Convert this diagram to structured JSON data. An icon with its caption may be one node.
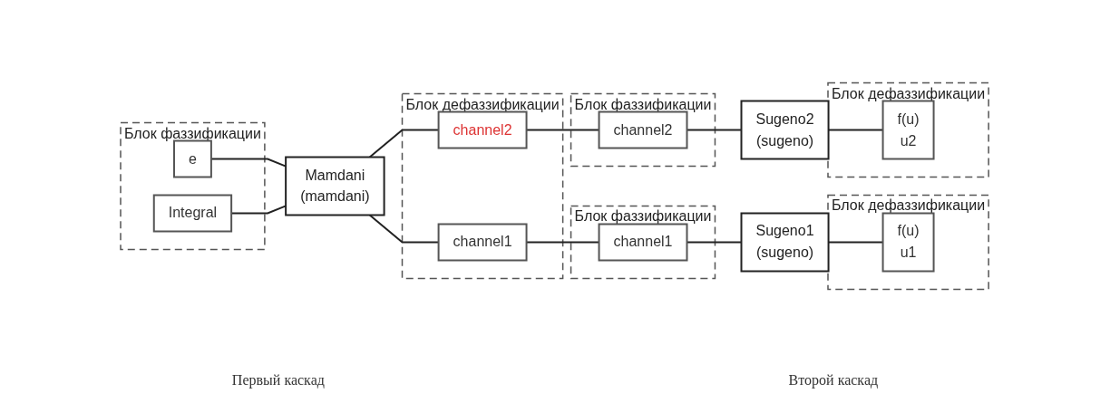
{
  "diagram": {
    "nodes": [
      {
        "text": [
          "Блок фаззификации"
        ]
      },
      {
        "text": [
          "e"
        ],
        "in": 0
      },
      {
        "text": [
          "Integral"
        ],
        "in": 0
      },
      {
        "text": [
          "Mamdani",
          "(mamdani)"
        ]
      },
      {
        "text": [
          "Блок дефаззификации"
        ]
      },
      {
        "text": [
          "channel1"
        ],
        "in": 4
      },
      {
        "text": [
          "channel2"
        ],
        "in": 4
      },
      {
        "text": [
          "Блок фаззификации"
        ]
      },
      {
        "text": [
          "channel1"
        ],
        "in": 7
      },
      {
        "text": [
          "Блок фаззификации"
        ]
      },
      {
        "text": [
          "channel2"
        ],
        "in": 9
      },
      {
        "text": [
          "Sugeno1",
          "(sugeno)"
        ]
      },
      {
        "text": [
          "Sugeno2",
          "(sugeno)"
        ]
      },
      {
        "text": [
          "Блок дефаззификации"
        ]
      },
      {
        "text": [
          "f(u)",
          "u1"
        ],
        "in": 13
      },
      {
        "text": [
          "Блок дефаззификации"
        ]
      },
      {
        "text": [
          "f(u)",
          "u2"
        ],
        "in": 15
      }
    ],
    "edges": [
      {
        "from": 1,
        "to": 3,
        "arrow": "none"
      },
      {
        "from": 2,
        "to": 3,
        "arrow": "none"
      },
      {
        "from": 3,
        "to": 5,
        "arrow": "none"
      },
      {
        "from": 3,
        "to": 6,
        "arrow": "none"
      },
      {
        "from": 5,
        "to": 8,
        "arrow": "none"
      },
      {
        "from": 6,
        "to": 10,
        "arrow": "none"
      },
      {
        "from": 8,
        "to": 11,
        "arrow": "none"
      },
      {
        "from": 10,
        "to": 12,
        "arrow": "none"
      },
      {
        "from": 11,
        "to": 14,
        "arrow": "none"
      },
      {
        "from": 12,
        "to": 16,
        "arrow": "none"
      }
    ],
    "labels": [
      "Первый каскад",
      "Второй каскад"
    ]
  }
}
